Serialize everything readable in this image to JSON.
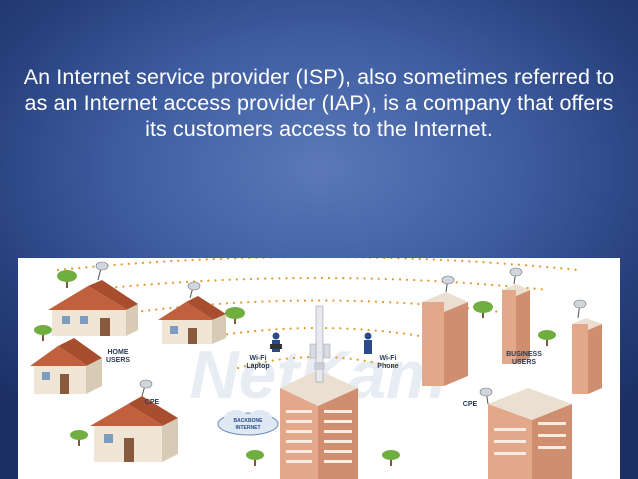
{
  "slide": {
    "body_text": "An Internet service provider (ISP), also sometimes referred to as an Internet access provider (IAP), is a company that offers its customers access to the Internet."
  },
  "illustration": {
    "labels": {
      "home_users": [
        "HOME",
        "USERS"
      ],
      "wifi_laptop": [
        "Wi-Fi",
        "Laptop"
      ],
      "wifi_phone": [
        "Wi-Fi",
        "Phone"
      ],
      "business_users": [
        "BUSINESS",
        "USERS"
      ],
      "cpe_left": "CPE",
      "cpe_right": "CPE",
      "backbone": [
        "BACKBONE",
        "INTERNET"
      ]
    },
    "watermark": "NetKam",
    "colors": {
      "signal_dots": "#e69a2e",
      "roof": "#c0603c",
      "wall": "#f1e6d6",
      "tree": "#6fae3f",
      "building": "#e3a889"
    }
  }
}
